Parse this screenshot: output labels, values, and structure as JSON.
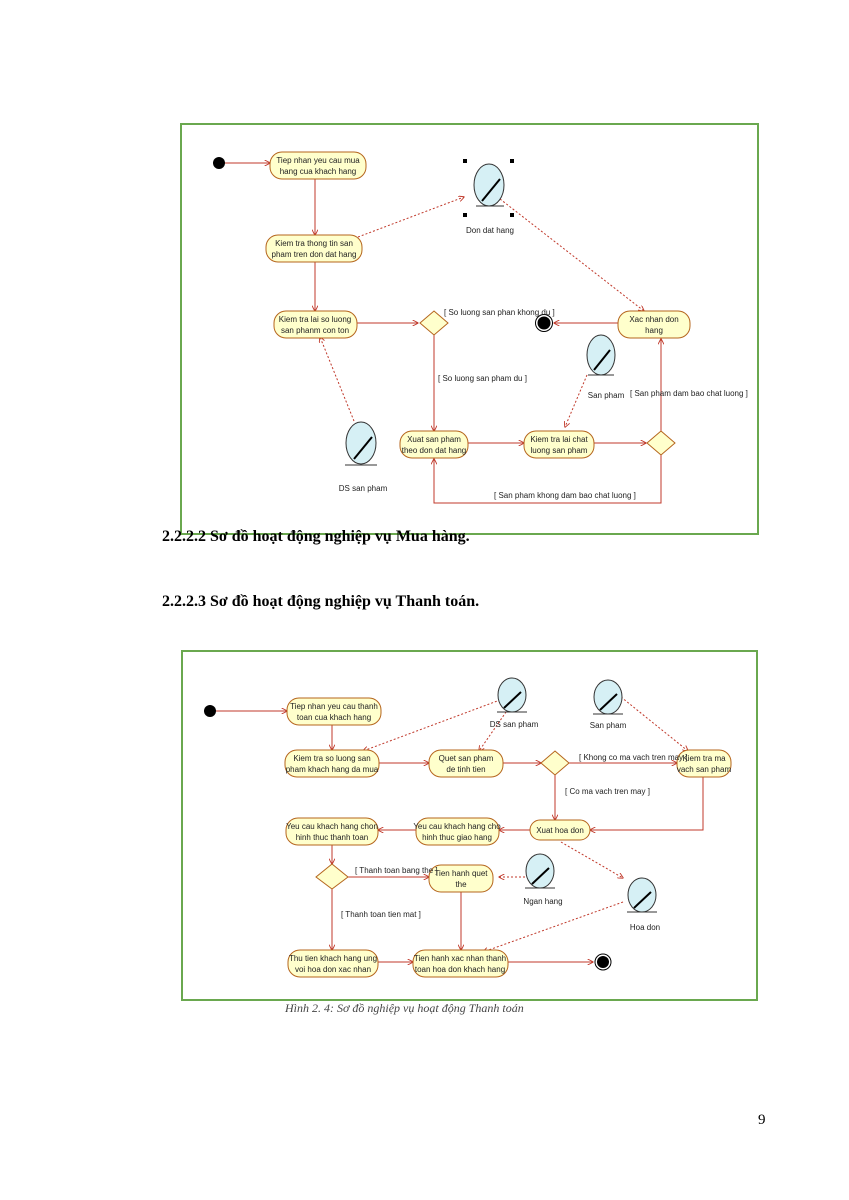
{
  "headings": {
    "h1": "2.2.2.2  Sơ đồ hoạt động nghiệp vụ Mua hàng.",
    "h2": "2.2.2.3  Sơ đồ hoạt động nghiệp vụ Thanh toán."
  },
  "caption": "Hình 2. 4: Sơ đồ nghiệp vụ hoạt động Thanh toán",
  "page_number": "9",
  "diagram1": {
    "activities": [
      {
        "lines": [
          "Tiep nhan yeu cau mua",
          "hang cua khach hang"
        ]
      },
      {
        "lines": [
          "Kiem tra thong tin san",
          "pham tren don dat hang"
        ]
      },
      {
        "lines": [
          "Kiem tra lai so luong",
          "san phanm con ton"
        ]
      },
      {
        "lines": [
          "Xac nhan don",
          "hang"
        ]
      },
      {
        "lines": [
          "Xuat san pham",
          "theo don dat hang"
        ]
      },
      {
        "lines": [
          "Kiem tra lai chat",
          "luong san pham"
        ]
      }
    ],
    "objects": [
      "Don dat hang",
      "San pham",
      "DS san pham"
    ],
    "guards": [
      "[ So luong san phan khong du ]",
      "[ So luong san pham du ]",
      "[ San pham dam bao chat luong ]",
      "[ San pham khong dam bao chat luong ]"
    ]
  },
  "diagram2": {
    "activities": [
      {
        "lines": [
          "Tiep nhan yeu cau thanh",
          "toan cua khach hang"
        ]
      },
      {
        "lines": [
          "Kiem tra so luong san",
          "pham khach hang da mua"
        ]
      },
      {
        "lines": [
          "Quet  san pham",
          "de tinh tien"
        ]
      },
      {
        "lines": [
          "Kiem tra ma",
          "vach san pham"
        ]
      },
      {
        "lines": [
          "Xuat hoa don"
        ]
      },
      {
        "lines": [
          "Yeu cau khach hang cho",
          "hinh thuc giao hang"
        ]
      },
      {
        "lines": [
          "Yeu cau khach hang chon",
          "hinh thuc thanh toan"
        ]
      },
      {
        "lines": [
          "Tien hanh quet",
          "the"
        ]
      },
      {
        "lines": [
          "Thu tien khach hang ung",
          "voi hoa don xac nhan"
        ]
      },
      {
        "lines": [
          "Tien hanh xac nhan thanh",
          "toan hoa don khach hang"
        ]
      }
    ],
    "objects": [
      "DS san pham",
      "San pham",
      "Ngan hang",
      "Hoa don"
    ],
    "guards": [
      "[ Khong co ma vach tren may ]",
      "[ Co ma vach tren may ]",
      "[ Thanh toan bang the ]",
      "[ Thanh toan tien mat ]"
    ]
  },
  "colors": {
    "frame": "#6aa84f",
    "activity_fill": "#ffffcc",
    "edge": "#c0392b",
    "object_fill": "#d6f0f5"
  }
}
